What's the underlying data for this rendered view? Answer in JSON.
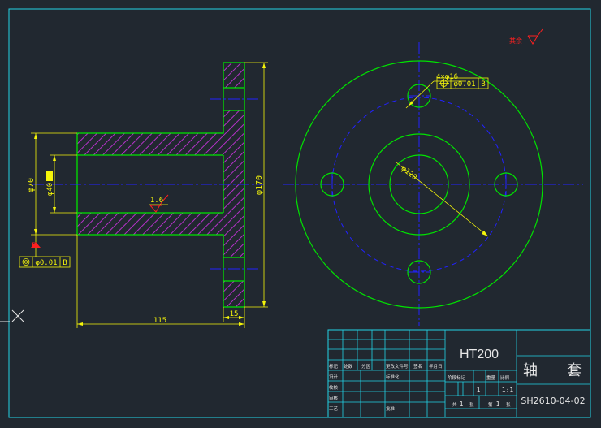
{
  "annotations": {
    "surface_note": "其余",
    "hole_callout": "4×φ16",
    "hole_tolerance": "φ0.01",
    "hole_datum": "B",
    "bolt_circle_dia": "φ120",
    "bore_roughness": "1.6"
  },
  "dimensions": {
    "outer_hub": "φ70",
    "bore": "φ40",
    "flange": "φ170",
    "length": "115",
    "flange_thickness": "15",
    "datum_label": "B",
    "coaxiality_value": "φ0.01",
    "coaxiality_datum": "B"
  },
  "title_block": {
    "material": "HT200",
    "part_name": "轴　　套",
    "drawing_no": "SH2610-04-02",
    "scale": "1:1",
    "quantity": "1",
    "headers": [
      "标记",
      "处数",
      "分区",
      "更改文件号",
      "签名",
      "年月日"
    ],
    "row_labels": [
      "设计",
      "校核",
      "审核",
      "工艺"
    ],
    "standard_label": "标准化",
    "approve_label": "批准",
    "stage_label": "阶段标记",
    "weight_label": "重量",
    "scale_label": "比例",
    "sheet_total_label": "共",
    "sheet_total": "1",
    "sheet_unit": "张",
    "sheet_no_label": "第",
    "sheet_no": "1"
  },
  "colors": {
    "background": "#212830",
    "frame": "#22d3e6",
    "outline": "#00e400",
    "section_hatch": "#b432c8",
    "dimension": "#f5f50a",
    "center_line": "#2222ff",
    "roughness": "#ff2020"
  }
}
